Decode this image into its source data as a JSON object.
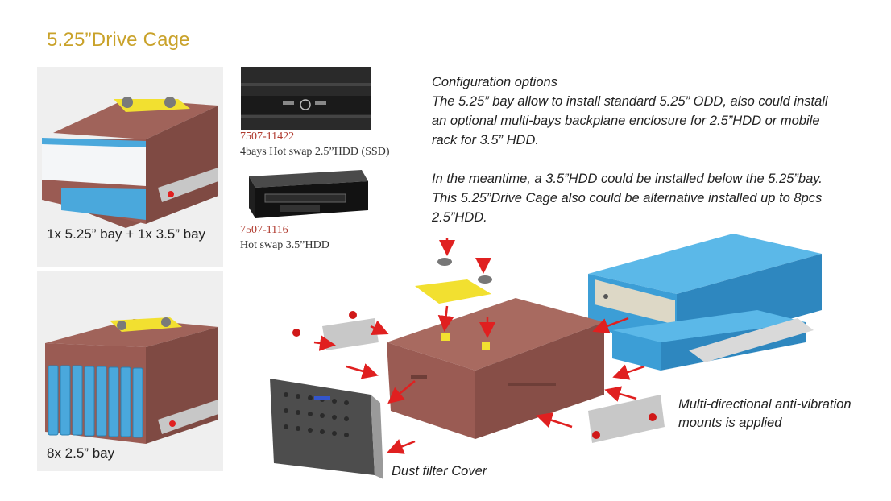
{
  "slide": {
    "title": "5.25”Drive Cage"
  },
  "panels": {
    "top_caption": "1x 5.25” bay + 1x 3.5” bay",
    "bottom_caption": "8x 2.5” bay"
  },
  "products": [
    {
      "code": "7507-11422",
      "description": "4bays Hot swap 2.5”HDD (SSD)"
    },
    {
      "code": "7507-1116",
      "description": "Hot swap 3.5”HDD"
    }
  ],
  "config": {
    "heading": "Configuration options",
    "para1": [
      "The 5.25” bay allow to install standard 5.25” ODD, also could install",
      "an optional multi-bays backplane enclosure for 2.5”HDD or mobile",
      "rack for  3.5” HDD."
    ],
    "para2": [
      "In the meantime, a 3.5”HDD could be installed below the 5.25”bay.",
      "This 5.25”Drive Cage also could be alternative installed up to 8pcs",
      "2.5”HDD."
    ]
  },
  "callouts": {
    "anti_vibration": [
      "Multi-directional anti-vibration",
      "mounts is applied"
    ],
    "dust_filter": "Dust filter Cover"
  },
  "colors": {
    "title": "#c9a22a",
    "cage": "#9a5b53",
    "drive_blue": "#4aa8dc",
    "bracket_yellow": "#f2e030",
    "arrow_red": "#e02020",
    "product_code": "#b03a2e"
  }
}
